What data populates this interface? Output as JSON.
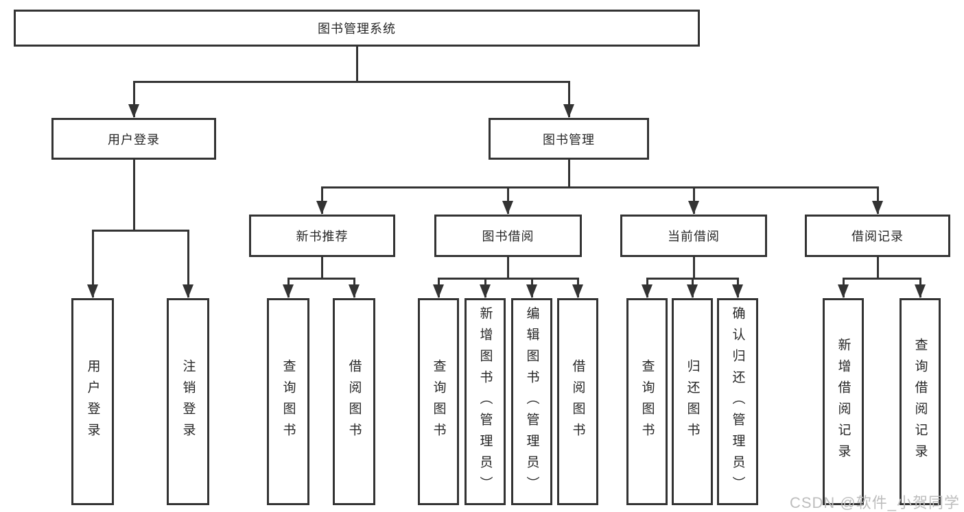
{
  "colors": {
    "line": "#333333",
    "text": "#262626",
    "watermark_color": "#bdbdbd",
    "background": "#ffffff"
  },
  "tree": {
    "label": "图书管理系统",
    "children": [
      {
        "label": "用户登录",
        "children": [
          {
            "label": "用户登录"
          },
          {
            "label": "注销登录"
          }
        ]
      },
      {
        "label": "图书管理",
        "children": [
          {
            "label": "新书推荐",
            "children": [
              {
                "label": "查询图书"
              },
              {
                "label": "借阅图书"
              }
            ]
          },
          {
            "label": "图书借阅",
            "children": [
              {
                "label": "查询图书"
              },
              {
                "label": "新增图书（管理员）"
              },
              {
                "label": "编辑图书（管理员）"
              },
              {
                "label": "借阅图书"
              }
            ]
          },
          {
            "label": "当前借阅",
            "children": [
              {
                "label": "查询图书"
              },
              {
                "label": "归还图书"
              },
              {
                "label": "确认归还（管理员）"
              }
            ]
          },
          {
            "label": "借阅记录",
            "children": [
              {
                "label": "新增借阅记录"
              },
              {
                "label": "查询借阅记录"
              }
            ]
          }
        ]
      }
    ]
  },
  "watermark": {
    "text": "CSDN @软件_小贺同学"
  }
}
